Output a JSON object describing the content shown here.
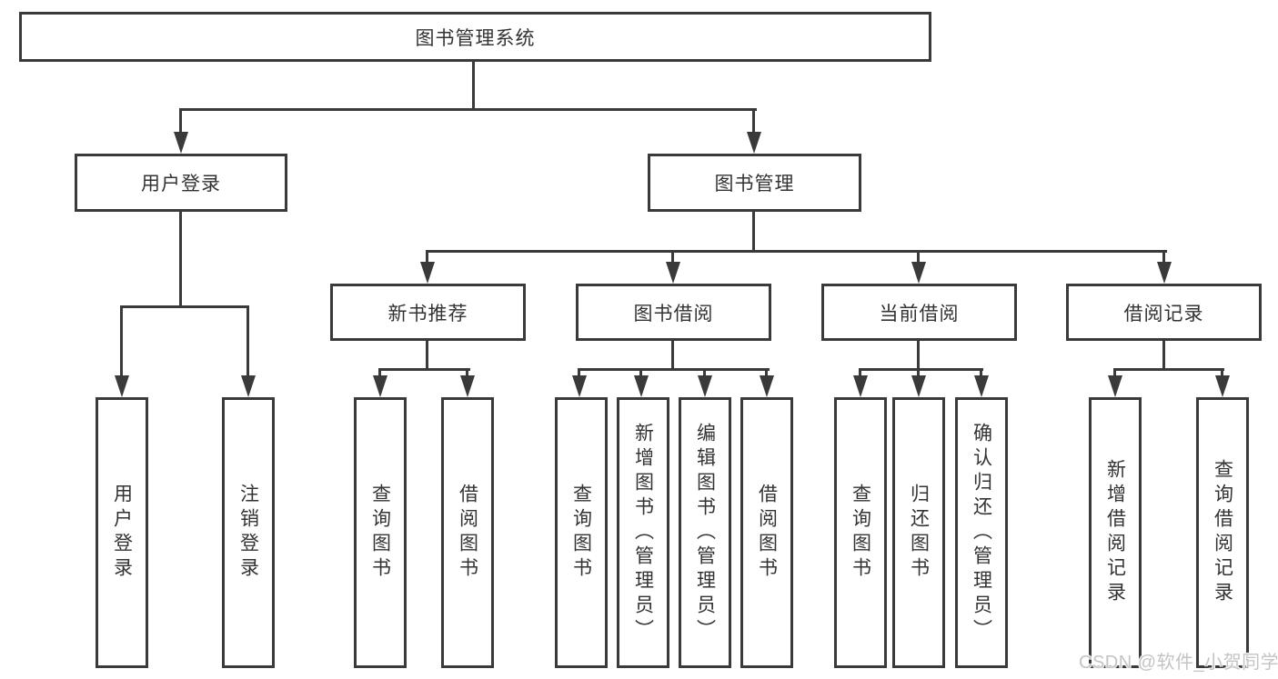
{
  "tree": {
    "root": {
      "label": "图书管理系统"
    },
    "level2": [
      {
        "label": "用户登录"
      },
      {
        "label": "图书管理"
      }
    ],
    "level3": [
      {
        "label": "新书推荐"
      },
      {
        "label": "图书借阅"
      },
      {
        "label": "当前借阅"
      },
      {
        "label": "借阅记录"
      }
    ],
    "leaves": {
      "userLogin": [
        "用户登录",
        "注销登录"
      ],
      "newBooks": [
        "查询图书",
        "借阅图书"
      ],
      "bookBorrow": [
        "查询图书",
        "新增图书（管理员）",
        "编辑图书（管理员）",
        "借阅图书"
      ],
      "currentBorrow": [
        "查询图书",
        "归还图书",
        "确认归还（管理员）"
      ],
      "borrowRecords": [
        "新增借阅记录",
        "查询借阅记录"
      ]
    }
  },
  "watermark": {
    "text": "CSDN @软件_小贺同学"
  },
  "colors": {
    "line": "#3a3a3a",
    "box-bg": "#ffffff",
    "text": "#333333",
    "watermark": "#c4c4c4",
    "page-bg": "#ffffff"
  }
}
